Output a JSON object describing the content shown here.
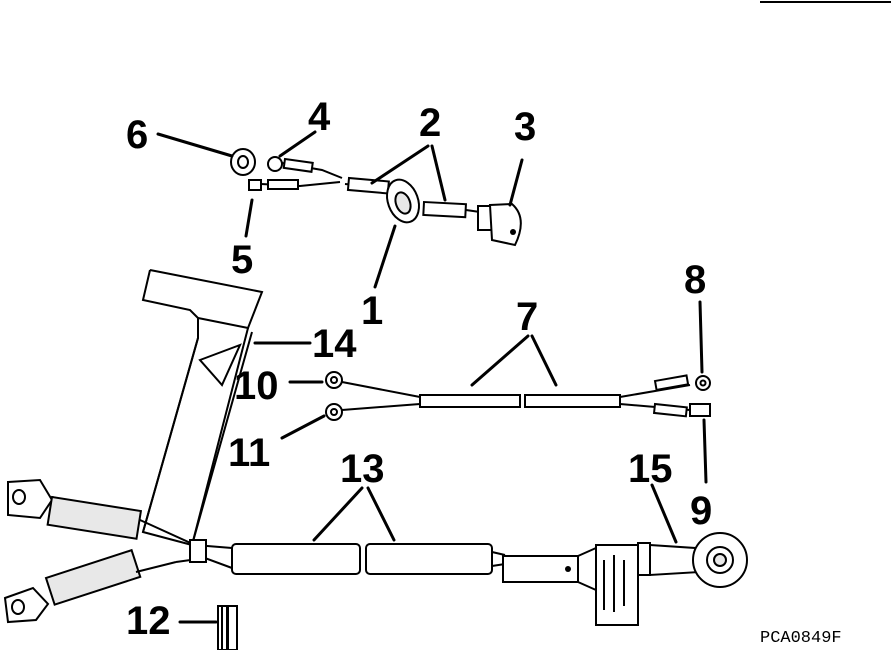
{
  "callouts": {
    "c1": "1",
    "c2": "2",
    "c3": "3",
    "c4": "4",
    "c5": "5",
    "c6": "6",
    "c7": "7",
    "c8": "8",
    "c9": "9",
    "c10": "10",
    "c11": "11",
    "c12": "12",
    "c13": "13",
    "c14": "14",
    "c15": "15"
  },
  "figure_code": "PCA0849F",
  "colors": {
    "ink": "#000000",
    "paper": "#ffffff"
  }
}
